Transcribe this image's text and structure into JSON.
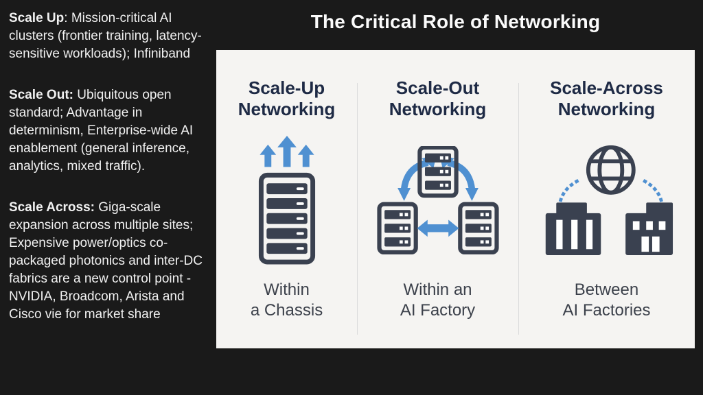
{
  "colors": {
    "page_bg": "#1a1a1a",
    "panel_bg": "#f5f4f2",
    "title_text": "#fbfbfb",
    "sidebar_text": "#f1f1f1",
    "header_text": "#1e2a45",
    "caption_text": "#3c414b",
    "icon_dark": "#3a4150",
    "icon_blue": "#4f90d1",
    "divider": "#dbdbdb"
  },
  "title": "The Critical Role of Networking",
  "sidebar": {
    "paragraphs": [
      {
        "lead": "Scale Up",
        "body": ": Mission-critical AI clusters (frontier training, latency-sensitive workloads); Infiniband"
      },
      {
        "lead": "Scale Out:",
        "body": " Ubiquitous open standard; Advantage in determinism, Enterprise-wide AI enablement (general inference, analytics, mixed traffic)."
      },
      {
        "lead": "Scale Across:",
        "body": " Giga-scale expansion across multiple sites; Expensive power/optics co-packaged photonics and inter-DC fabrics are a new control point - NVIDIA, Broadcom, Arista and Cisco vie for market share"
      }
    ]
  },
  "panel": {
    "columns": [
      {
        "header_line1": "Scale-Up",
        "header_line2": "Networking",
        "icon": "server-with-up-arrows",
        "caption_line1": "Within",
        "caption_line2": "a Chassis"
      },
      {
        "header_line1": "Scale-Out",
        "header_line2": "Networking",
        "icon": "three-servers-linked-by-arrows",
        "caption_line1": "Within an",
        "caption_line2": "AI Factory"
      },
      {
        "header_line1": "Scale-Across",
        "header_line2": "Networking",
        "icon": "globe-between-buildings",
        "caption_line1": "Between",
        "caption_line2": "AI Factories"
      }
    ]
  }
}
